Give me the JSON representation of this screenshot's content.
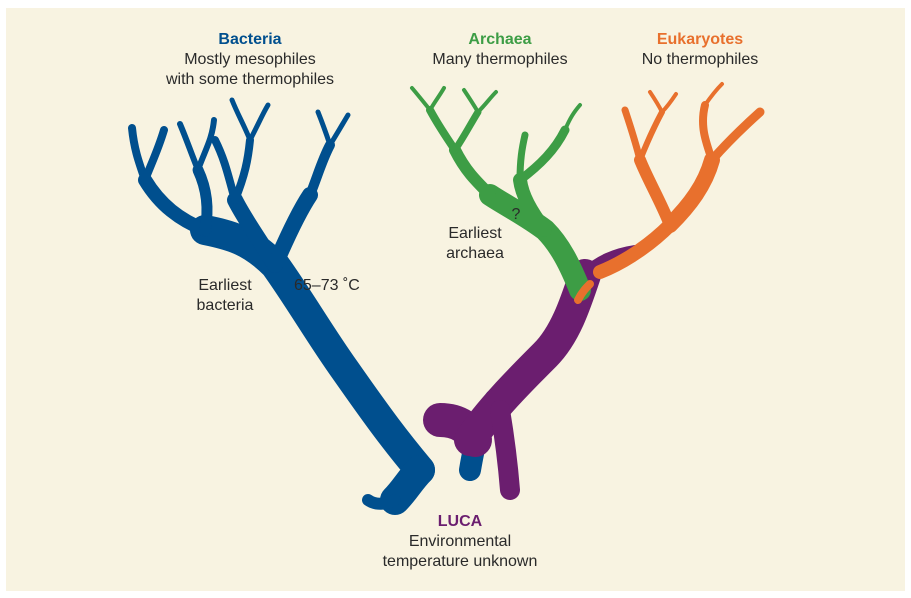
{
  "colors": {
    "background": "#f8f3e1",
    "bacteria": "#004f8e",
    "archaea": "#3d9d45",
    "eukaryotes": "#e8702d",
    "luca": "#6b1e6f"
  },
  "groups": {
    "bacteria": {
      "name": "Bacteria",
      "line1": "Mostly mesophiles",
      "line2": "with some thermophiles"
    },
    "archaea": {
      "name": "Archaea",
      "line1": "Many thermophiles"
    },
    "eukaryotes": {
      "name": "Eukaryotes",
      "line1": "No thermophiles"
    },
    "luca": {
      "name": "LUCA",
      "line1": "Environmental",
      "line2": "temperature unknown"
    }
  },
  "annotations": {
    "earliest_bacteria_1": "Earliest",
    "earliest_bacteria_2": "bacteria",
    "bacteria_temp": "65–73 ˚C",
    "earliest_archaea_1": "Earliest",
    "earliest_archaea_2": "archaea",
    "question_mark": "?"
  }
}
